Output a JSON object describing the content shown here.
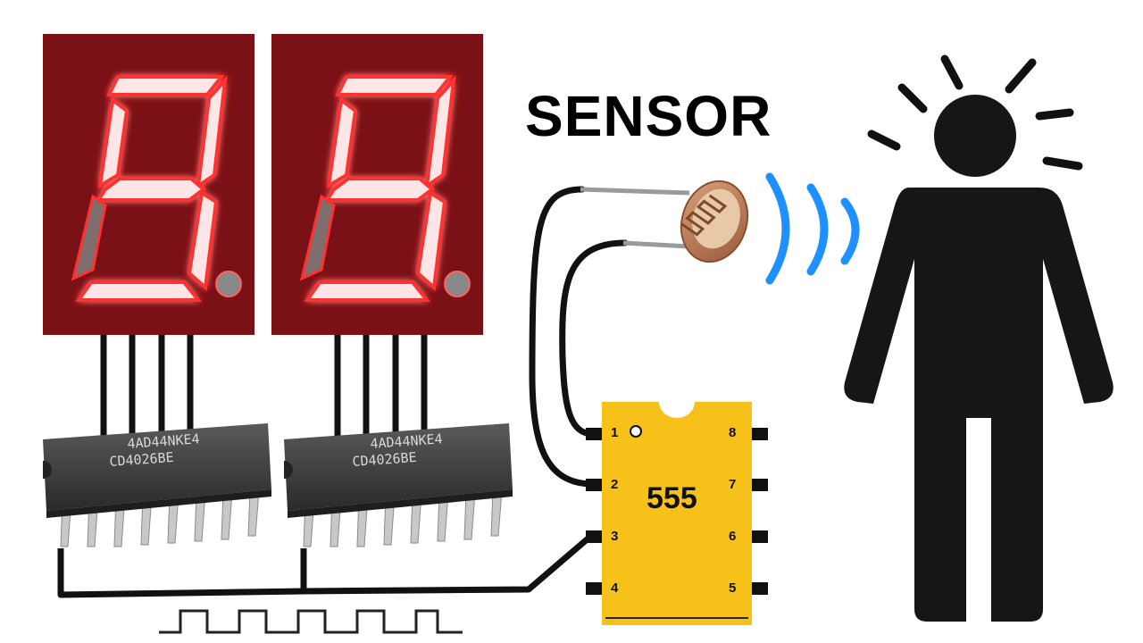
{
  "title": "SENSOR",
  "timer_chip": {
    "label": "555",
    "pins_left": [
      "1",
      "2",
      "3",
      "4"
    ],
    "pins_right": [
      "8",
      "7",
      "6",
      "5"
    ]
  },
  "counter_chips": [
    {
      "line1": "4AD44NKE4",
      "line2": "CD4026BE"
    },
    {
      "line1": "4AD44NKE4",
      "line2": "CD4026BE"
    }
  ],
  "displays": [
    {
      "digit": "9"
    },
    {
      "digit": "9"
    }
  ],
  "colors": {
    "display_bg": "#7a1116",
    "segment_on": "#ffe6e6",
    "segment_glow": "#ff2a2a",
    "segment_off": "#7f6e6e",
    "timer_body": "#f6c21a",
    "chip_body": "#3a3a3a",
    "signal_waves": "#1e90ff",
    "person": "#161616"
  },
  "icons": [
    "seven-segment-display",
    "ldr-photoresistor-icon",
    "signal-wave-icon",
    "person-icon",
    "square-wave-icon"
  ]
}
